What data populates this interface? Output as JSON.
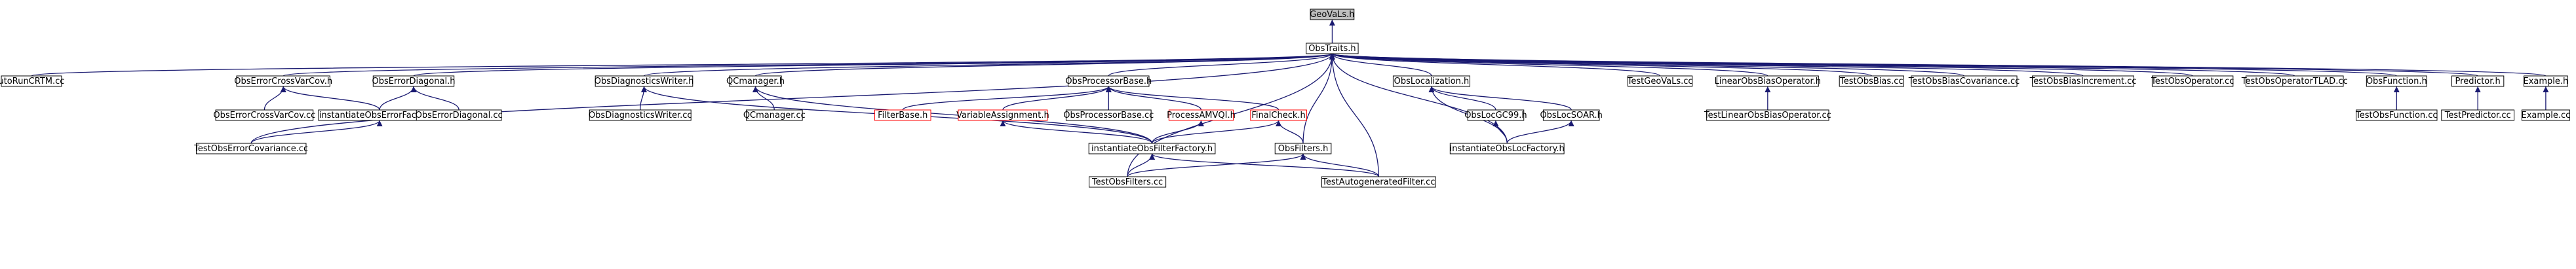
{
  "colors": {
    "edge": "#191970",
    "node_border": "#000000",
    "node_fill": "#ffffff",
    "focus_fill": "#bfbfbf",
    "undocumented_border": "#ff0000",
    "text": "#000000"
  },
  "nodes": [
    {
      "id": "geovals_h",
      "label": "GeoVaLs.h",
      "kind": "focus"
    },
    {
      "id": "obstraits_h",
      "label": "ObsTraits.h",
      "kind": "normal"
    },
    {
      "id": "runcrtm_cc",
      "label": "utoRunCRTM.cc",
      "kind": "normal"
    },
    {
      "id": "obserrorcrossvarcov_h",
      "label": "ObsErrorCrossVarCov.h",
      "kind": "normal"
    },
    {
      "id": "obserrordiagonal_h",
      "label": "ObsErrorDiagonal.h",
      "kind": "normal"
    },
    {
      "id": "obsdiagnosticswriter_h",
      "label": "ObsDiagnosticsWriter.h",
      "kind": "normal"
    },
    {
      "id": "qcmanager_h",
      "label": "QCmanager.h",
      "kind": "normal"
    },
    {
      "id": "obsprocessorbase_h",
      "label": "ObsProcessorBase.h",
      "kind": "normal"
    },
    {
      "id": "obslocalization_h",
      "label": "ObsLocalization.h",
      "kind": "normal"
    },
    {
      "id": "testgeovals_cc",
      "label": "TestGeoVaLs.cc",
      "kind": "normal"
    },
    {
      "id": "linearobsbiasoperator_h",
      "label": "LinearObsBiasOperator.h",
      "kind": "normal"
    },
    {
      "id": "testobsbias_cc",
      "label": "TestObsBias.cc",
      "kind": "normal"
    },
    {
      "id": "testobsbiascovariance_cc",
      "label": "TestObsBiasCovariance.cc",
      "kind": "normal"
    },
    {
      "id": "testobsbiasincrement_cc",
      "label": "TestObsBiasIncrement.cc",
      "kind": "normal"
    },
    {
      "id": "testobsoperator_cc",
      "label": "TestObsOperator.cc",
      "kind": "normal"
    },
    {
      "id": "testobsoperatortlad_cc",
      "label": "TestObsOperatorTLAD.cc",
      "kind": "normal"
    },
    {
      "id": "obsfunction_h",
      "label": "ObsFunction.h",
      "kind": "normal"
    },
    {
      "id": "predictor_h",
      "label": "Predictor.h",
      "kind": "normal"
    },
    {
      "id": "example_h",
      "label": "Example.h",
      "kind": "normal"
    },
    {
      "id": "obserrorcrossvarcov_cc",
      "label": "ObsErrorCrossVarCov.cc",
      "kind": "normal"
    },
    {
      "id": "instantiateobserrorfactory_h",
      "label": "instantiateObsErrorFactory.h",
      "kind": "normal"
    },
    {
      "id": "obserrordiagonal_cc",
      "label": "ObsErrorDiagonal.cc",
      "kind": "normal"
    },
    {
      "id": "obsdiagnosticswriter_cc",
      "label": "ObsDiagnosticsWriter.cc",
      "kind": "normal"
    },
    {
      "id": "qcmanager_cc",
      "label": "QCmanager.cc",
      "kind": "normal"
    },
    {
      "id": "filterbase_h",
      "label": "FilterBase.h",
      "kind": "undocumented"
    },
    {
      "id": "variableassignment_h",
      "label": "VariableAssignment.h",
      "kind": "undocumented"
    },
    {
      "id": "obsprocessorbase_cc",
      "label": "ObsProcessorBase.cc",
      "kind": "normal"
    },
    {
      "id": "processamvqi_h",
      "label": "ProcessAMVQI.h",
      "kind": "undocumented"
    },
    {
      "id": "finalcheck_h",
      "label": "FinalCheck.h",
      "kind": "undocumented"
    },
    {
      "id": "obslocgc99_h",
      "label": "ObsLocGC99.h",
      "kind": "normal"
    },
    {
      "id": "obslocsoar_h",
      "label": "ObsLocSOAR.h",
      "kind": "normal"
    },
    {
      "id": "testlinearobsbiasoperator_cc",
      "label": "TestLinearObsBiasOperator.cc",
      "kind": "normal"
    },
    {
      "id": "testobsfunction_cc",
      "label": "TestObsFunction.cc",
      "kind": "normal"
    },
    {
      "id": "testpredictor_cc",
      "label": "TestPredictor.cc",
      "kind": "normal"
    },
    {
      "id": "example_cc",
      "label": "Example.cc",
      "kind": "normal"
    },
    {
      "id": "testobserrorcovariance_cc",
      "label": "TestObsErrorCovariance.cc",
      "kind": "normal"
    },
    {
      "id": "instantiateobsfilterfactory_h",
      "label": "instantiateObsFilterFactory.h",
      "kind": "normal"
    },
    {
      "id": "obsfilters_h",
      "label": "ObsFilters.h",
      "kind": "normal"
    },
    {
      "id": "instantiateobslocfactory_h",
      "label": "instantiateObsLocFactory.h",
      "kind": "normal"
    },
    {
      "id": "testobsfilters_cc",
      "label": "TestObsFilters.cc",
      "kind": "normal"
    },
    {
      "id": "testautogeneratedfilter_cc",
      "label": "TestAutogeneratedFilter.cc",
      "kind": "normal"
    }
  ],
  "edges": [
    {
      "from": "geovals_h",
      "to": "obstraits_h"
    },
    {
      "from": "obstraits_h",
      "to": "runcrtm_cc"
    },
    {
      "from": "obstraits_h",
      "to": "obserrorcrossvarcov_h"
    },
    {
      "from": "obstraits_h",
      "to": "obserrordiagonal_h"
    },
    {
      "from": "obstraits_h",
      "to": "obsdiagnosticswriter_h"
    },
    {
      "from": "obstraits_h",
      "to": "qcmanager_h"
    },
    {
      "from": "obstraits_h",
      "to": "obsprocessorbase_h"
    },
    {
      "from": "obstraits_h",
      "to": "obslocalization_h"
    },
    {
      "from": "obstraits_h",
      "to": "testgeovals_cc"
    },
    {
      "from": "obstraits_h",
      "to": "linearobsbiasoperator_h"
    },
    {
      "from": "obstraits_h",
      "to": "testobsbias_cc"
    },
    {
      "from": "obstraits_h",
      "to": "testobsbiascovariance_cc"
    },
    {
      "from": "obstraits_h",
      "to": "testobsbiasincrement_cc"
    },
    {
      "from": "obstraits_h",
      "to": "testobsoperator_cc"
    },
    {
      "from": "obstraits_h",
      "to": "testobsoperatortlad_cc"
    },
    {
      "from": "obstraits_h",
      "to": "obsfunction_h"
    },
    {
      "from": "obstraits_h",
      "to": "predictor_h"
    },
    {
      "from": "obstraits_h",
      "to": "example_h"
    },
    {
      "from": "obstraits_h",
      "to": "testobserrorcovariance_cc"
    },
    {
      "from": "obstraits_h",
      "to": "obsfilters_h"
    },
    {
      "from": "obstraits_h",
      "to": "instantiateobslocfactory_h"
    },
    {
      "from": "obstraits_h",
      "to": "testautogeneratedfilter_cc"
    },
    {
      "from": "obstraits_h",
      "to": "testobsfilters_cc"
    },
    {
      "from": "obserrorcrossvarcov_h",
      "to": "obserrorcrossvarcov_cc"
    },
    {
      "from": "obserrorcrossvarcov_h",
      "to": "instantiateobserrorfactory_h"
    },
    {
      "from": "obserrordiagonal_h",
      "to": "instantiateobserrorfactory_h"
    },
    {
      "from": "obserrordiagonal_h",
      "to": "obserrordiagonal_cc"
    },
    {
      "from": "instantiateobserrorfactory_h",
      "to": "testobserrorcovariance_cc"
    },
    {
      "from": "obsdiagnosticswriter_h",
      "to": "obsdiagnosticswriter_cc"
    },
    {
      "from": "obsdiagnosticswriter_h",
      "to": "instantiateobsfilterfactory_h"
    },
    {
      "from": "qcmanager_h",
      "to": "qcmanager_cc"
    },
    {
      "from": "qcmanager_h",
      "to": "instantiateobsfilterfactory_h"
    },
    {
      "from": "obsprocessorbase_h",
      "to": "filterbase_h"
    },
    {
      "from": "obsprocessorbase_h",
      "to": "variableassignment_h"
    },
    {
      "from": "obsprocessorbase_h",
      "to": "obsprocessorbase_cc"
    },
    {
      "from": "obsprocessorbase_h",
      "to": "processamvqi_h"
    },
    {
      "from": "obsprocessorbase_h",
      "to": "finalcheck_h"
    },
    {
      "from": "variableassignment_h",
      "to": "instantiateobsfilterfactory_h"
    },
    {
      "from": "processamvqi_h",
      "to": "instantiateobsfilterfactory_h"
    },
    {
      "from": "finalcheck_h",
      "to": "instantiateobsfilterfactory_h"
    },
    {
      "from": "finalcheck_h",
      "to": "obsfilters_h"
    },
    {
      "from": "instantiateobsfilterfactory_h",
      "to": "testobsfilters_cc"
    },
    {
      "from": "instantiateobsfilterfactory_h",
      "to": "testautogeneratedfilter_cc"
    },
    {
      "from": "obsfilters_h",
      "to": "testobsfilters_cc"
    },
    {
      "from": "obsfilters_h",
      "to": "testautogeneratedfilter_cc"
    },
    {
      "from": "obslocalization_h",
      "to": "obslocgc99_h"
    },
    {
      "from": "obslocalization_h",
      "to": "obslocsoar_h"
    },
    {
      "from": "obslocalization_h",
      "to": "instantiateobslocfactory_h"
    },
    {
      "from": "obslocgc99_h",
      "to": "instantiateobslocfactory_h"
    },
    {
      "from": "obslocsoar_h",
      "to": "instantiateobslocfactory_h"
    },
    {
      "from": "linearobsbiasoperator_h",
      "to": "testlinearobsbiasoperator_cc"
    },
    {
      "from": "obsfunction_h",
      "to": "testobsfunction_cc"
    },
    {
      "from": "predictor_h",
      "to": "testpredictor_cc"
    },
    {
      "from": "example_h",
      "to": "example_cc"
    }
  ]
}
